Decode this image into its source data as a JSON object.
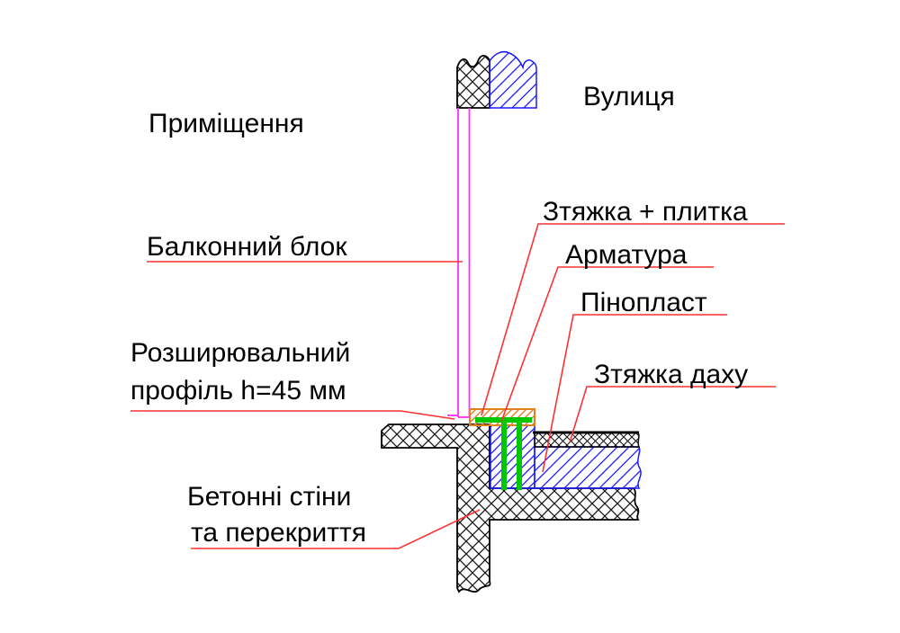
{
  "diagram": {
    "region_labels": {
      "interior": "Приміщення",
      "exterior": "Вулиця"
    },
    "callouts": {
      "balcony_block": "Балконний блок",
      "screed_plus_tile": "Зтяжка + плитка",
      "rebar": "Арматура",
      "foam": "Пінопласт",
      "roof_screed": "Зтяжка даху",
      "expansion_profile": [
        "Розширювальний",
        "профіль h=45 мм"
      ],
      "concrete_walls": [
        "Бетонні стіни",
        "та перекриття"
      ]
    },
    "colors": {
      "leader_line": "#ff3030",
      "window_frame": "#ff2bff",
      "foam_outline": "#1a1aff",
      "screed_tile_layer": "#e0801e",
      "rebar_bar": "#00c800",
      "concrete_outline": "#000000"
    }
  }
}
